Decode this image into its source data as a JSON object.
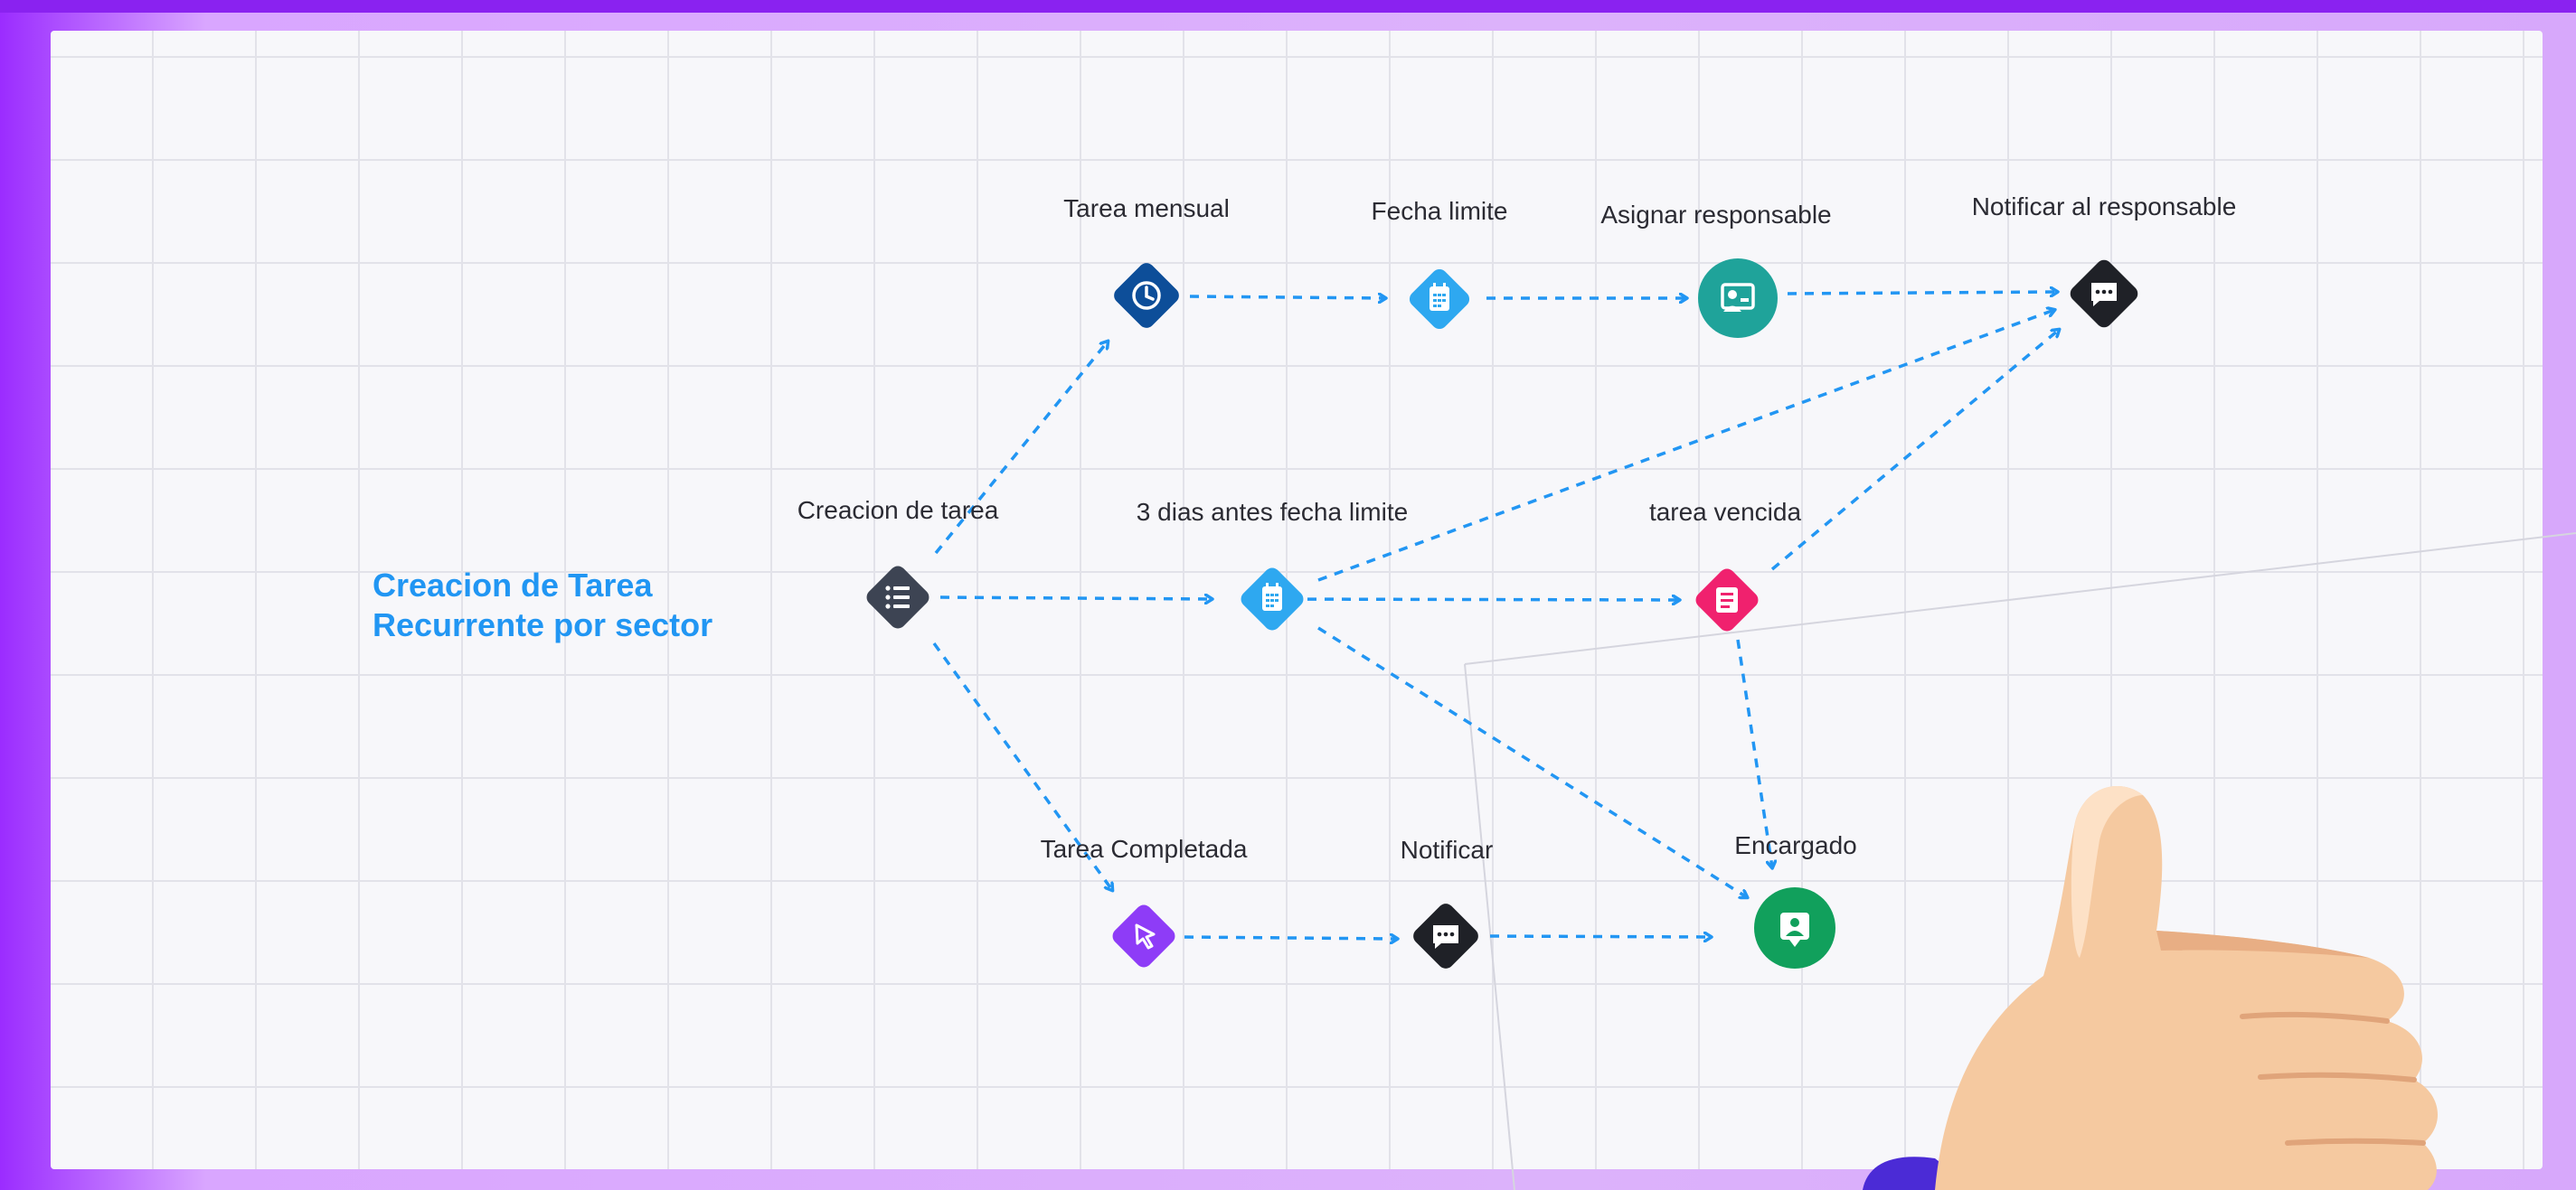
{
  "diagram": {
    "title_line1": "Creacion de Tarea",
    "title_line2": "Recurrente por sector",
    "nodes": {
      "creacion": {
        "label": "Creacion de tarea",
        "icon": "list-icon",
        "color": "#3d4453"
      },
      "mensual": {
        "label": "Tarea mensual",
        "icon": "clock-icon",
        "color": "#0d4e99"
      },
      "fecha": {
        "label": "Fecha limite",
        "icon": "calendar-icon",
        "color": "#2ea8f0"
      },
      "asignar": {
        "label": "Asignar responsable",
        "icon": "assign-screen-icon",
        "color": "#1fa39a"
      },
      "notificar_resp": {
        "label": "Notificar al responsable",
        "icon": "chat-icon",
        "color": "#1f2127"
      },
      "tres_dias": {
        "label": "3 dias antes fecha limite",
        "icon": "calendar-icon",
        "color": "#2ea8f0"
      },
      "vencida": {
        "label": "tarea vencida",
        "icon": "document-icon",
        "color": "#f0216e"
      },
      "completada": {
        "label": "Tarea Completada",
        "icon": "cursor-icon",
        "color": "#8e3cf7"
      },
      "notificar": {
        "label": "Notificar",
        "icon": "chat-icon",
        "color": "#1f2127"
      },
      "encargado": {
        "label": "Encargado",
        "icon": "person-card-icon",
        "color": "#11a05c"
      }
    },
    "arrow_color": "#2296f3"
  }
}
